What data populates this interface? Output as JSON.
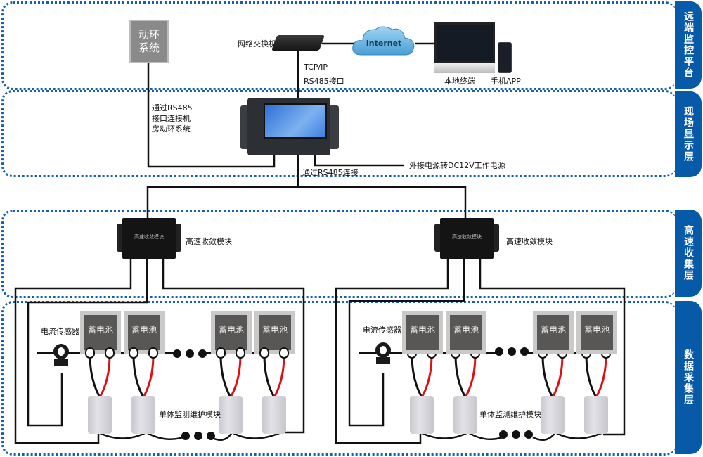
{
  "layers": [
    {
      "id": "remote",
      "label": "远端监控平台"
    },
    {
      "id": "field",
      "label": "现场显示层"
    },
    {
      "id": "convergence",
      "label": "高速收集层"
    },
    {
      "id": "acquisition",
      "label": "数据采集层"
    }
  ],
  "remote": {
    "env_system": "动环\n系统",
    "switch_label": "网络交换机",
    "protocol_label_1": "TCP/IP",
    "protocol_label_2": "RS485接口",
    "cloud_label": "Internet",
    "terminal_label": "本地终端",
    "app_label": "手机APP"
  },
  "field": {
    "rs485_note_1": "通过RS485",
    "rs485_note_2": "接口连接机",
    "rs485_note_3": "房动环系统",
    "power_note": "外接电源转DC12V工作电源",
    "rs485_link": "通过RS485连接"
  },
  "convergence": {
    "module_label": "高速收敛模块",
    "module_face_text": "高速收敛模块"
  },
  "acquisition": {
    "current_sensor_label": "电流传感器",
    "battery_label": "蓄电池",
    "cell_module_label": "单体监测维护模块",
    "ellipsis": "● ● ●"
  },
  "colors": {
    "layer_tab": "#075aa8",
    "dotted_border": "#1560b0",
    "battery_body": "#595656",
    "wire_red": "#e01010",
    "wire_black": "#111111"
  }
}
